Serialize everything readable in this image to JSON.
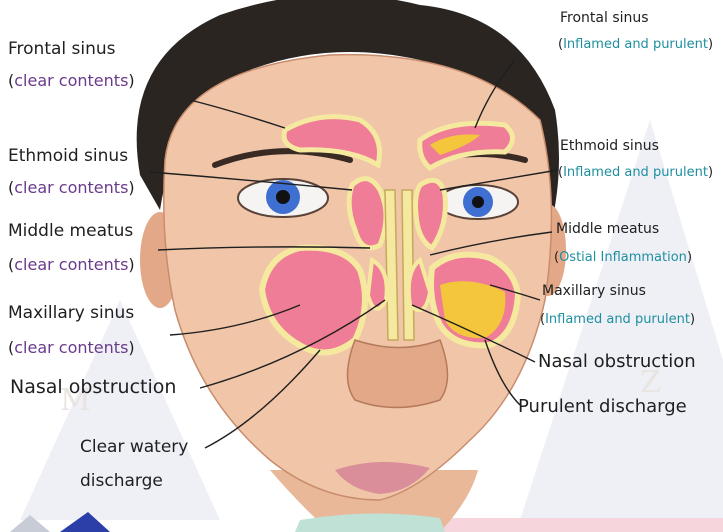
{
  "colors": {
    "skin": "#f0c5a8",
    "skin_shadow": "#e3a887",
    "hair": "#2b2522",
    "sinus_clear": "#f07d97",
    "sinus_outline": "#f5e9a0",
    "sinus_inflamed": "#f3c63b",
    "left_sub_text": "#6a3a8c",
    "right_sub_text": "#1f8fa0",
    "iris": "#3e6fd1",
    "lips": "#d98e9a"
  },
  "left_labels": {
    "frontal": {
      "name": "Frontal sinus",
      "sub": "clear contents"
    },
    "ethmoid": {
      "name": "Ethmoid sinus",
      "sub": "clear contents"
    },
    "middle": {
      "name": "Middle meatus",
      "sub": "clear contents"
    },
    "maxillary": {
      "name": "Maxillary sinus",
      "sub": "clear contents"
    },
    "obstruction": "Nasal obstruction",
    "watery_1": "Clear watery",
    "watery_2": "discharge"
  },
  "right_labels": {
    "frontal": {
      "name": "Frontal sinus",
      "sub": "Inflamed and purulent"
    },
    "ethmoid": {
      "name": "Ethmoid sinus",
      "sub": "Inflamed and purulent"
    },
    "middle": {
      "name": "Middle meatus",
      "sub": "Ostial Inflammation"
    },
    "maxillary": {
      "name": "Maxillary sinus",
      "sub": "Inflamed and purulent"
    },
    "obstruction": "Nasal obstruction",
    "purulent": "Purulent discharge"
  }
}
